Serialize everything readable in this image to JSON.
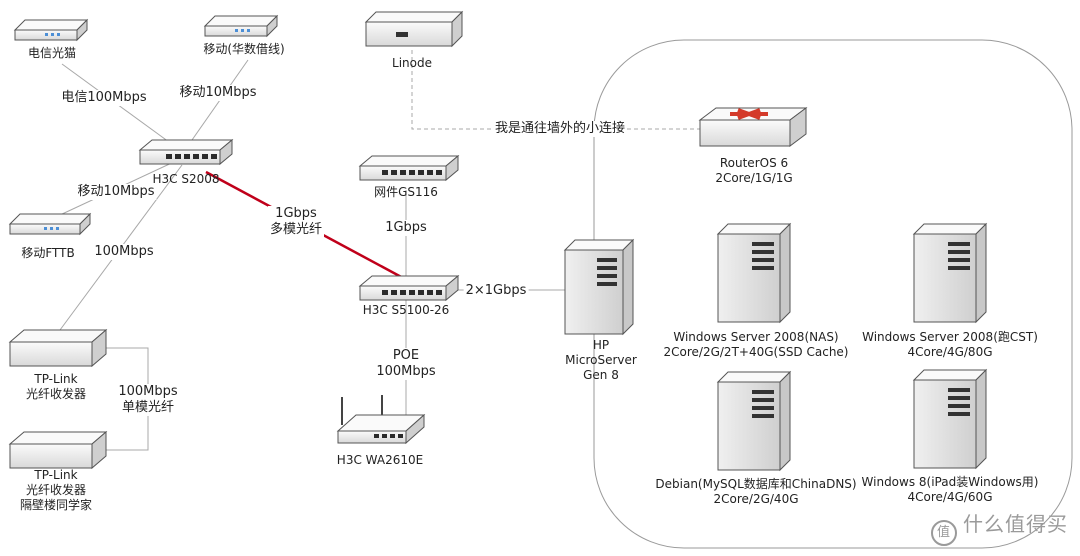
{
  "nodes": {
    "telecom_modem": "电信光猫",
    "mobile_line": "移动(华数借线)",
    "mobile_fttb": "移动FTTB",
    "h3c_s2008": "H3C S2008",
    "linode": "Linode",
    "netgear_gs116": "网件GS116",
    "h3c_s5100": "H3C S5100-26",
    "tplink1": [
      "TP-Link",
      "光纤收发器"
    ],
    "tplink2": [
      "TP-Link",
      "光纤收发器",
      "隔壁楼同学家"
    ],
    "h3c_wa2610e": "H3C WA2610E",
    "hp_server": [
      "HP",
      "MicroServer",
      "Gen 8"
    ],
    "routeros": [
      "RouterOS 6",
      "2Core/1G/1G"
    ],
    "vm_nas": [
      "Windows Server 2008(NAS)",
      "2Core/2G/2T+40G(SSD Cache)"
    ],
    "vm_cst": [
      "Windows Server 2008(跑CST)",
      "4Core/4G/80G"
    ],
    "vm_debian": [
      "Debian(MySQL数据库和ChinaDNS)",
      "2Core/2G/40G"
    ],
    "vm_win8": [
      "Windows 8(iPad装Windows用)",
      "4Core/4G/60G"
    ]
  },
  "links": {
    "telecom": "电信100Mbps",
    "mobile_10_top": "移动10Mbps",
    "mobile_10_left": "移动10Mbps",
    "uplink_100": "100Mbps",
    "fiber": [
      "1Gbps",
      "多模光纤"
    ],
    "gs116_1g": "1Gbps",
    "to_server": "2×1Gbps",
    "poe": [
      "POE",
      "100Mbps"
    ],
    "single_mode": [
      "100Mbps",
      "单模光纤"
    ],
    "vpn": "我是通往墙外的小连接"
  },
  "watermark": "什么值得买",
  "colors": {
    "fiber_link": "#c0001a",
    "line": "#999999",
    "device": "#f4f4f4"
  }
}
